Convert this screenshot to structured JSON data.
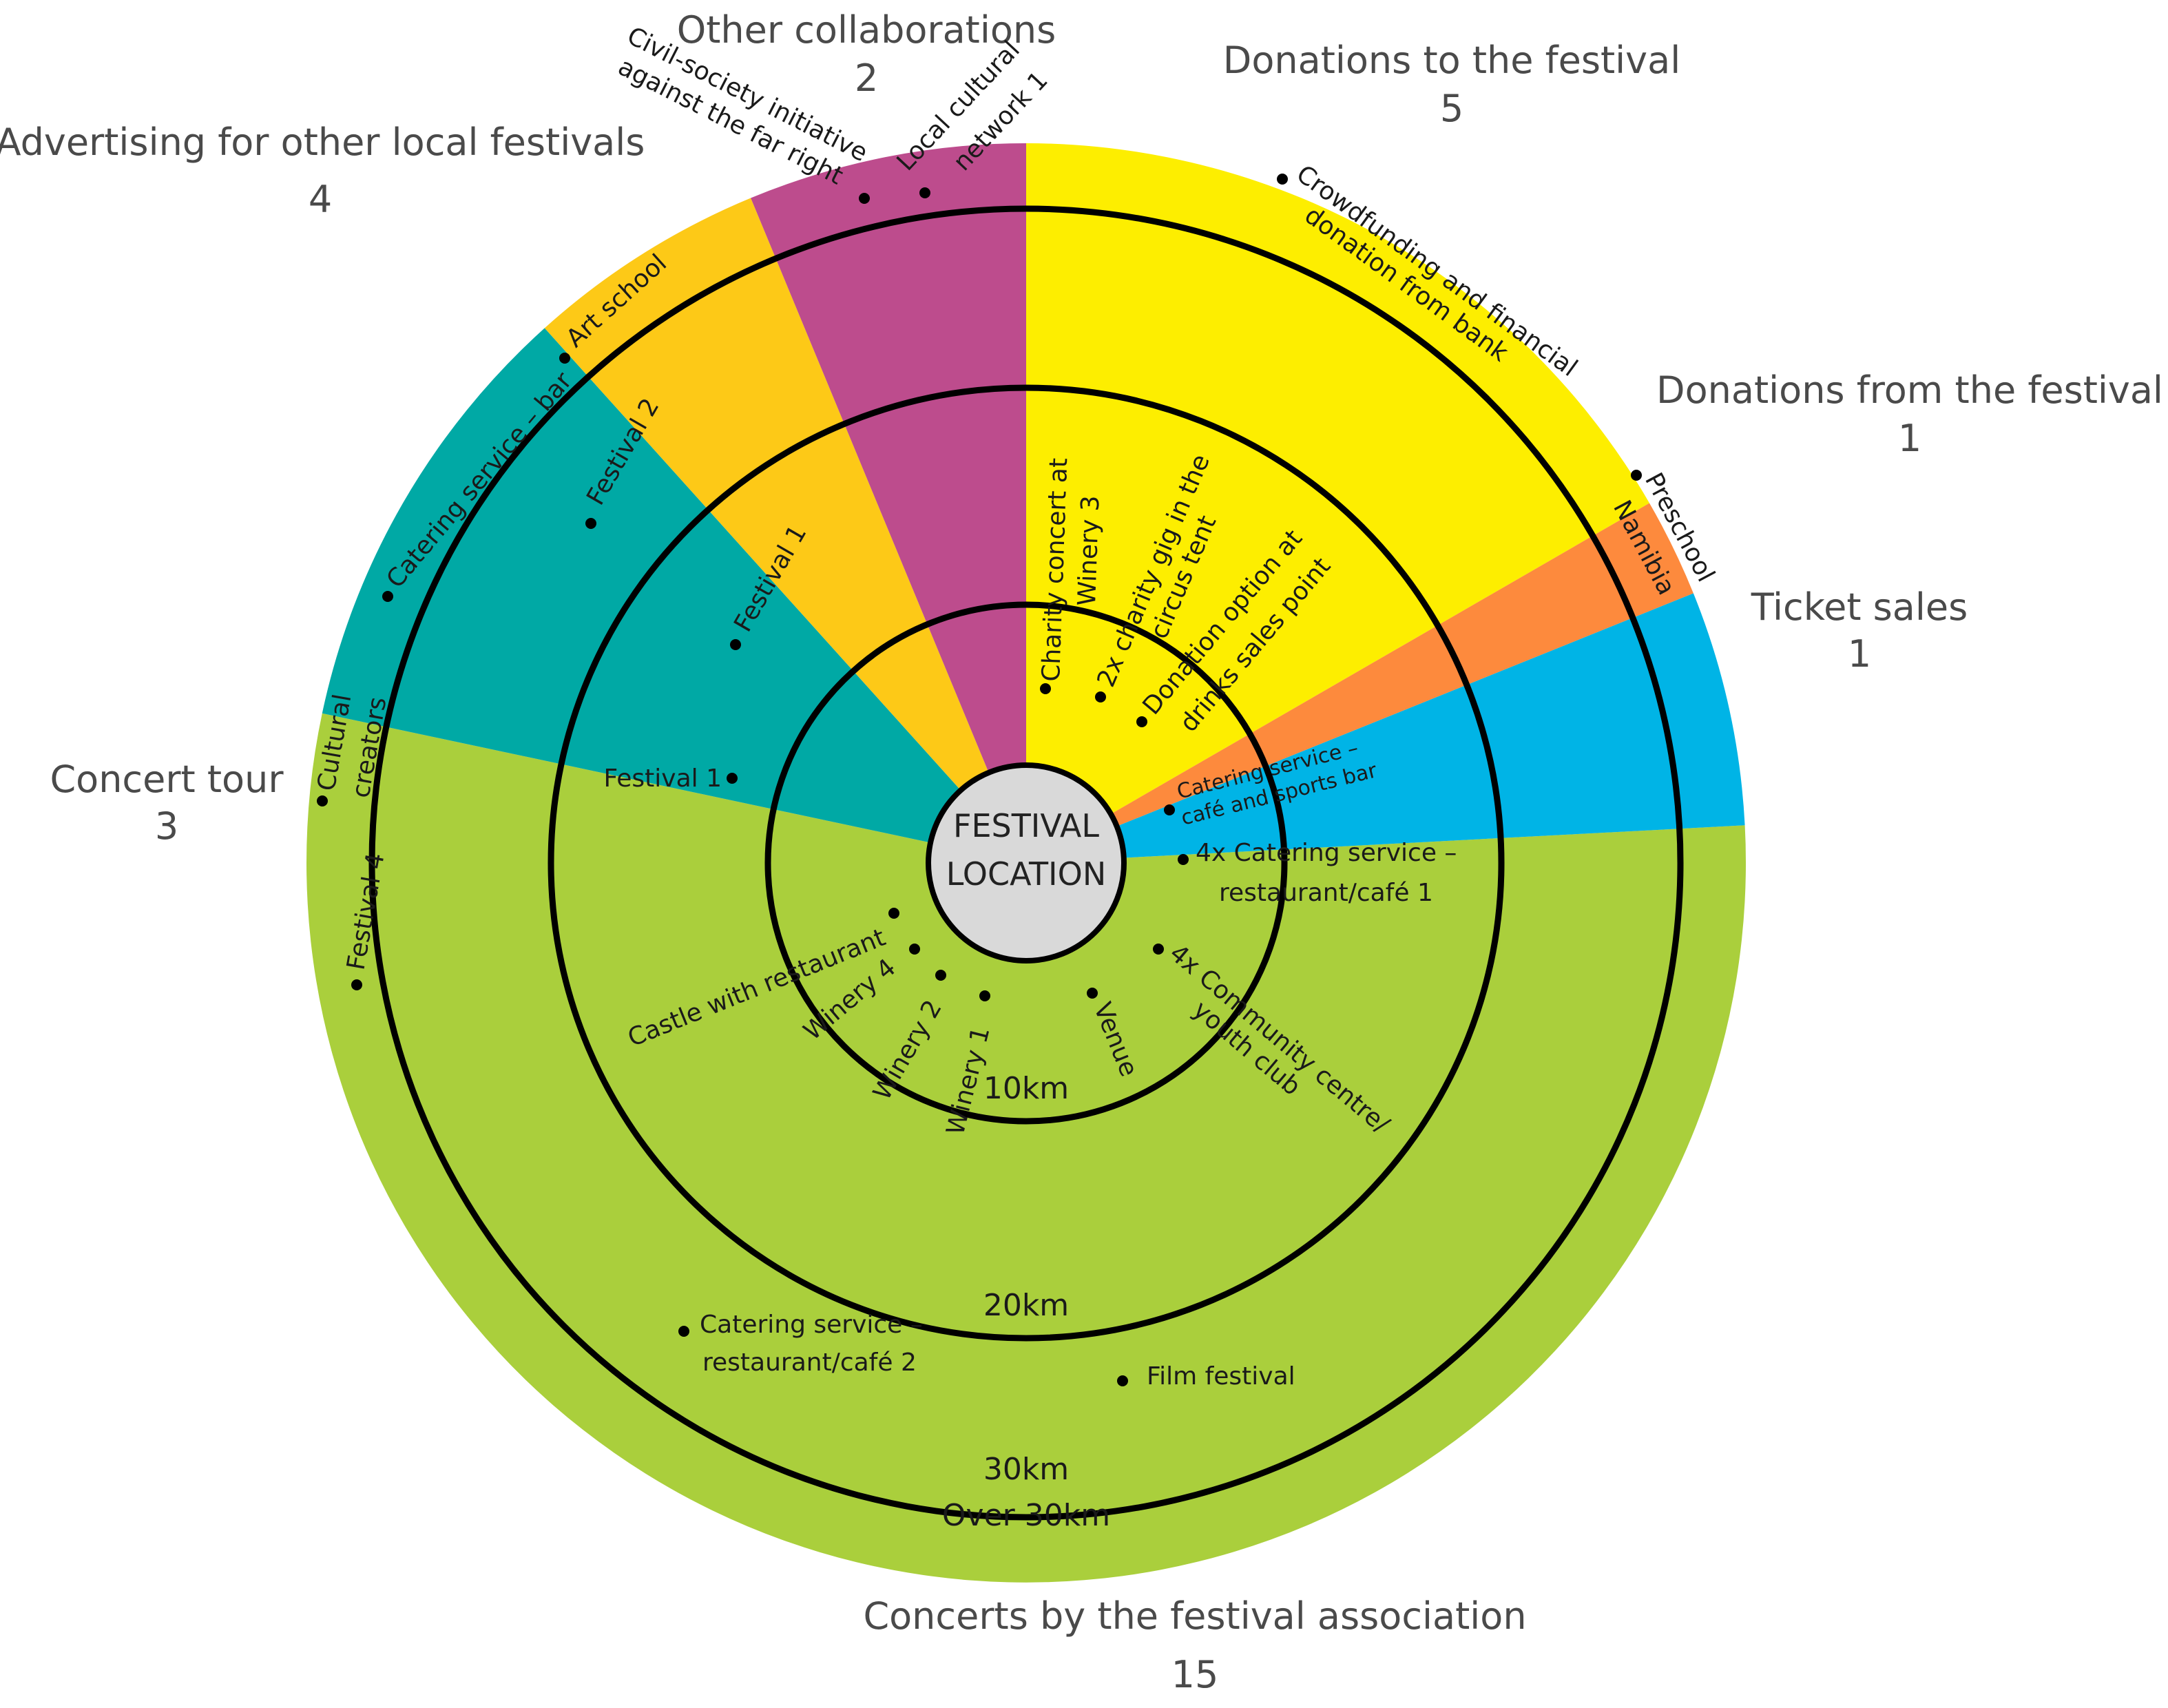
{
  "center": {
    "line1": "FESTIVAL",
    "line2": "LOCATION"
  },
  "rings": [
    {
      "id": "10km",
      "label": "10km"
    },
    {
      "id": "20km",
      "label": "20km"
    },
    {
      "id": "30km",
      "label": "30km"
    },
    {
      "id": "over30",
      "label": "Over 30km"
    }
  ],
  "sectors": [
    {
      "id": "concerts",
      "color": "#aacf3c"
    },
    {
      "id": "concert-tour",
      "color": "#00a9a5"
    },
    {
      "id": "advertising",
      "color": "#fdc917"
    },
    {
      "id": "other-collab",
      "color": "#bd4c8d"
    },
    {
      "id": "donations-to",
      "color": "#fdee00"
    },
    {
      "id": "donations-from",
      "color": "#fd8a3d"
    },
    {
      "id": "ticket-sales",
      "color": "#00b4e6"
    }
  ],
  "categories": {
    "other_collab": {
      "name": "Other collaborations",
      "count": "2"
    },
    "donations_to": {
      "name": "Donations to the festival",
      "count": "5"
    },
    "advertising": {
      "name": "Advertising for other local festivals",
      "count": "4"
    },
    "donations_from": {
      "name": "Donations from the festival",
      "count": "1"
    },
    "ticket_sales": {
      "name": "Ticket sales",
      "count": "1"
    },
    "concert_tour": {
      "name": "Concert tour",
      "count": "3"
    },
    "concerts": {
      "name": "Concerts by the festival association",
      "count": "15"
    }
  },
  "items": {
    "civil_society_1": "Civil-society initiative",
    "civil_society_2": "against the far right",
    "local_network_1": "Local cultural",
    "local_network_2": "network 1",
    "crowdfunding_1": "Crowdfunding and financial",
    "crowdfunding_2": "donation from bank",
    "catering_bar": "Catering service – bar",
    "art_school": "Art school",
    "festival2": "Festival 2",
    "festival1_adv": "Festival 1",
    "charity_concert_1": "Charity concert at",
    "charity_concert_2": "Winery 3",
    "charity_gig_1": "2x charity gig in the",
    "charity_gig_2": "circus tent",
    "donation_option_1": "Donation option at",
    "donation_option_2": "drinks sales point",
    "preschool_1": "Preschool",
    "preschool_2": "Namibia",
    "catering_cafe_sports_1": "Catering service –",
    "catering_cafe_sports_2": "café and sports bar",
    "cultural_creators_1": "Cultural",
    "cultural_creators_2": "creators",
    "festival4": "Festival 4",
    "festival1_tour": "Festival 1",
    "catering_rest1_1": "4x Catering service –",
    "catering_rest1_2": "restaurant/café 1",
    "castle": "Castle with restaurant",
    "winery4": "Winery 4",
    "winery2": "Winery 2",
    "winery1": "Winery 1",
    "venue": "Venue",
    "community_1": "4x Community centre/",
    "community_2": "youth club",
    "catering_rest2_1": "Catering service –",
    "catering_rest2_2": "restaurant/café 2",
    "film_festival": "Film festival"
  }
}
